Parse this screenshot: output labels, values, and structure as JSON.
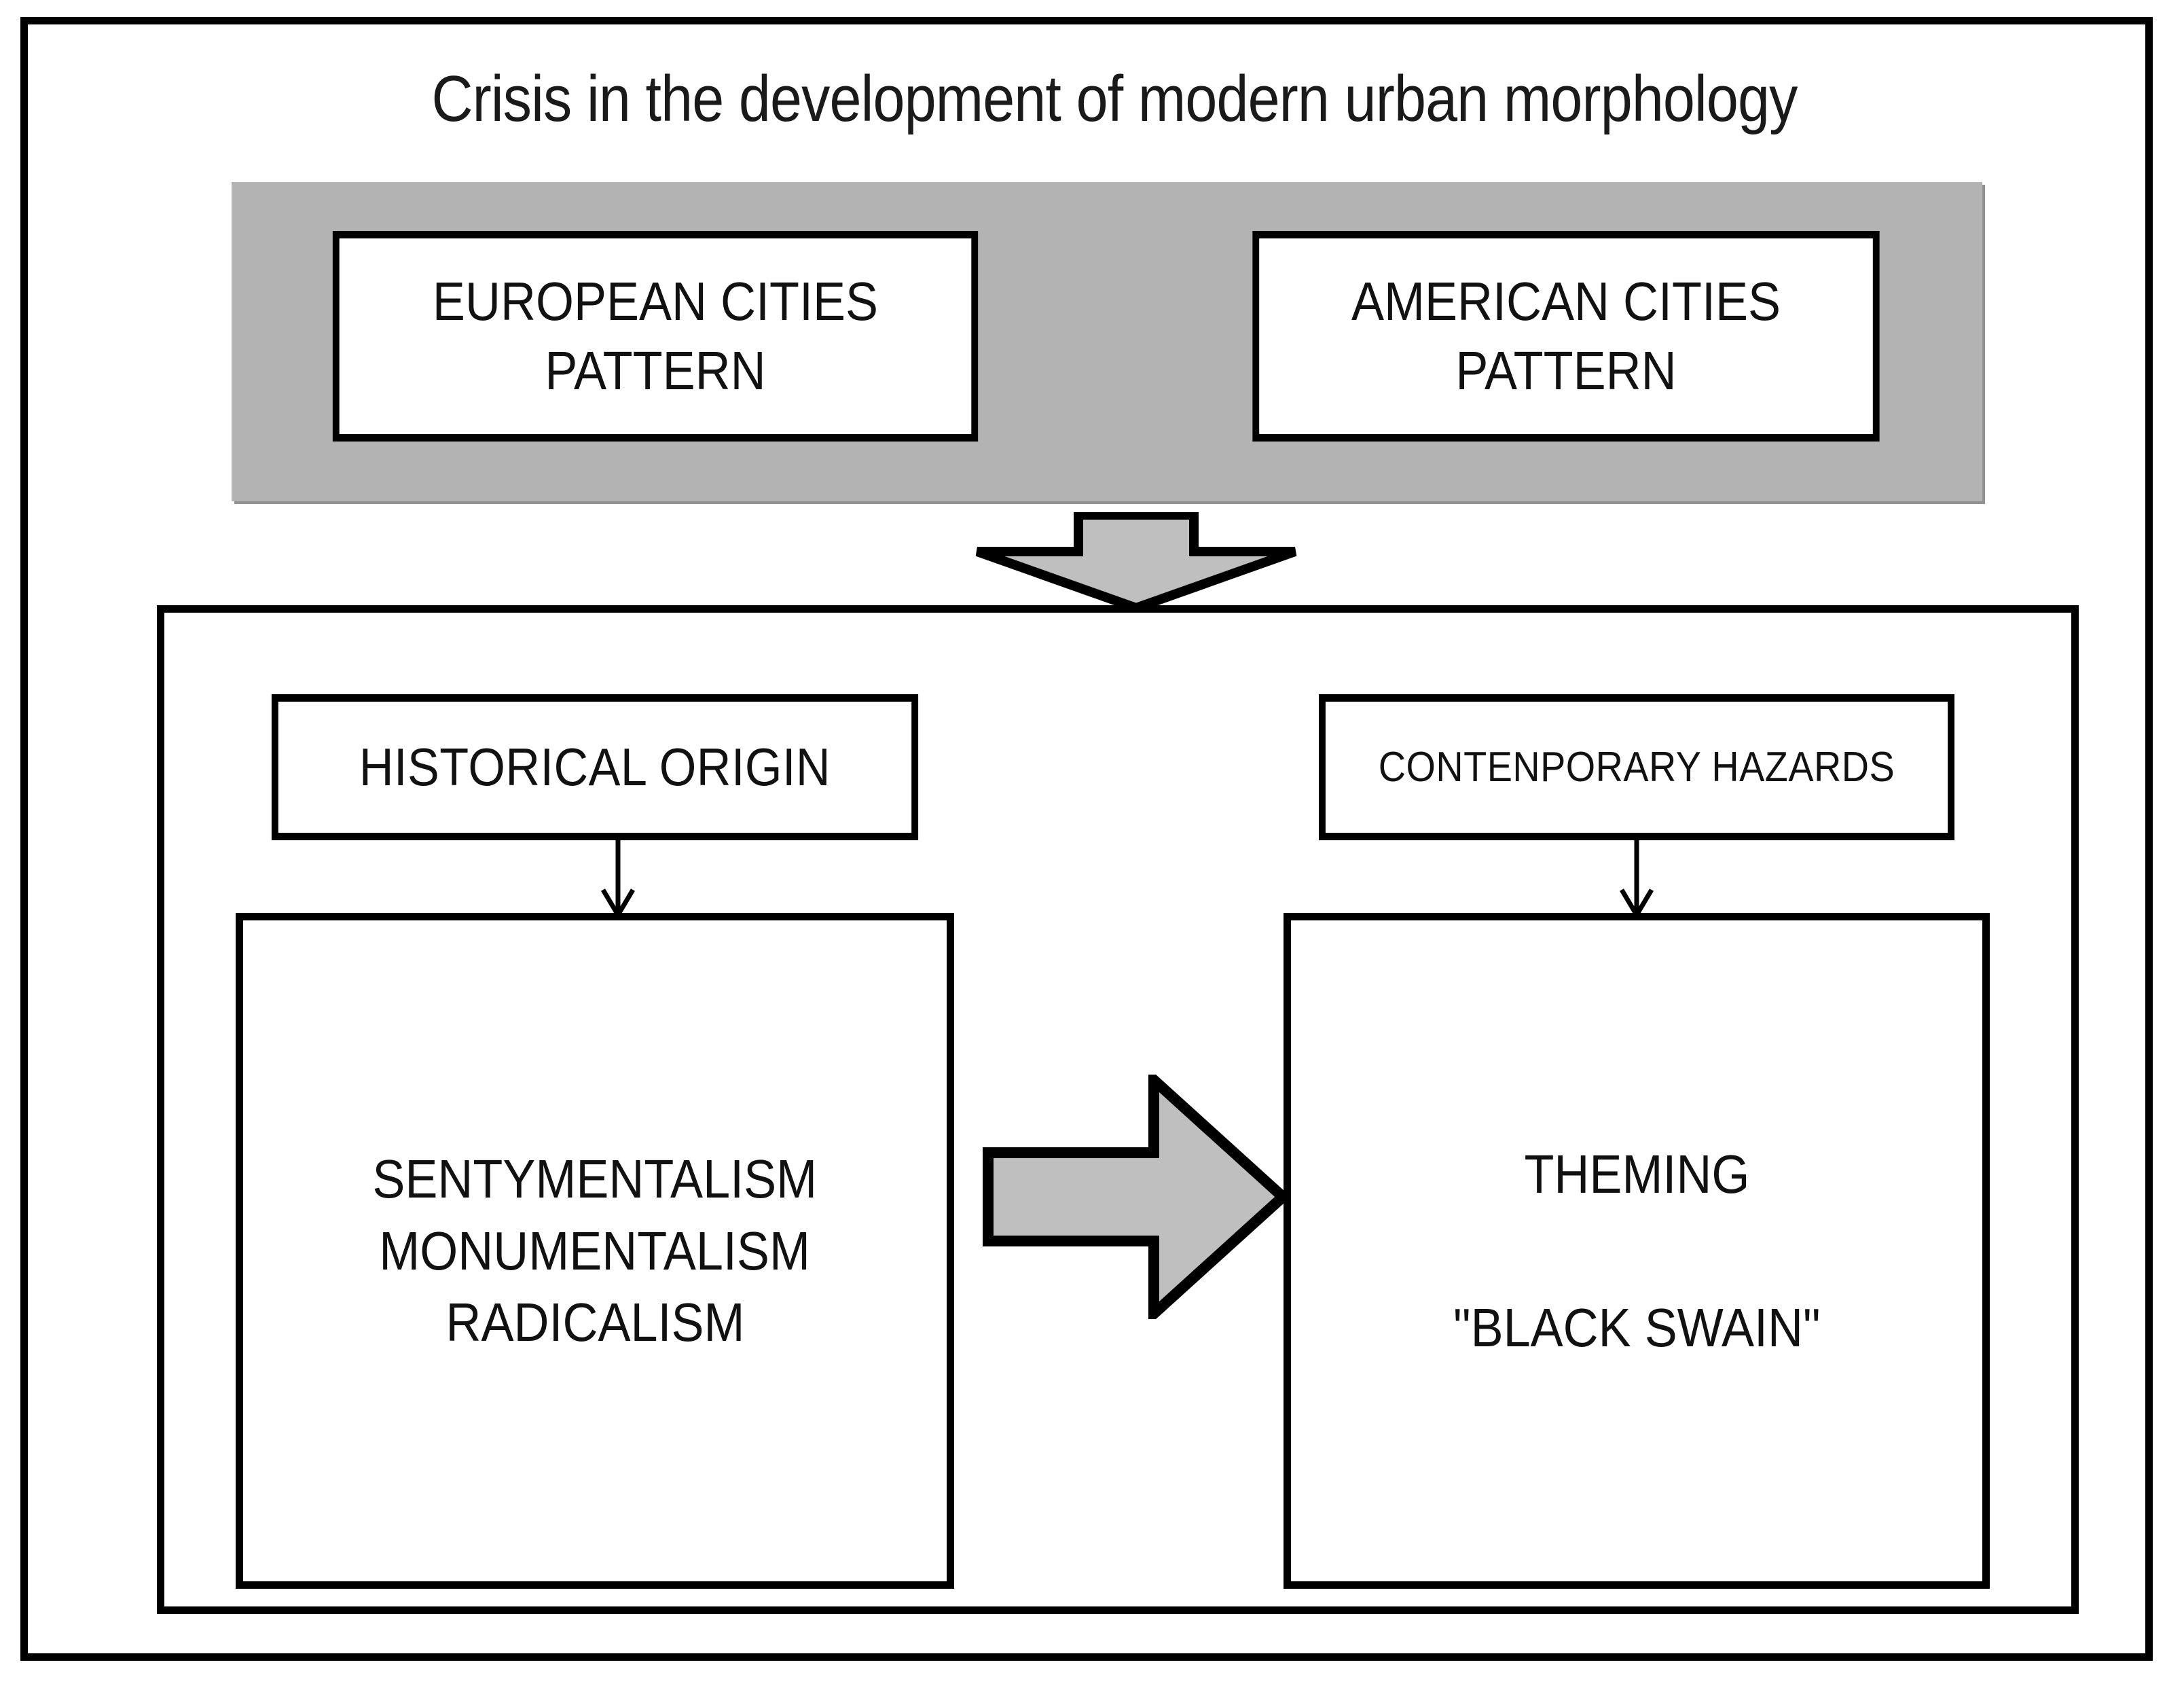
{
  "diagram": {
    "title": "Crisis in the development of modern urban morphology",
    "patterns": {
      "european": {
        "line1": "EUROPEAN CITIES",
        "line2": "PATTERN"
      },
      "american": {
        "line1": "AMERICAN CITIES",
        "line2": "PATTERN"
      }
    },
    "flow": {
      "down_arrow_name": "down-block-arrow",
      "right_arrow_name": "right-block-arrow",
      "connector_left_name": "historical-origin-connector",
      "connector_right_name": "contenporary-hazards-connector"
    },
    "left_column": {
      "header": "HISTORICAL ORIGIN",
      "items": [
        "SENTYMENTALISM",
        "MONUMENTALISM",
        "RADICALISM"
      ]
    },
    "right_column": {
      "header": "CONTENPORARY HAZARDS",
      "items": [
        "THEMING",
        "\"BLACK SWAIN\""
      ]
    }
  },
  "colors": {
    "band_gray": "#b3b3b3",
    "arrow_gray": "#bfbfbf",
    "outline_black": "#000000",
    "text_black": "#111111",
    "background_white": "#ffffff"
  }
}
